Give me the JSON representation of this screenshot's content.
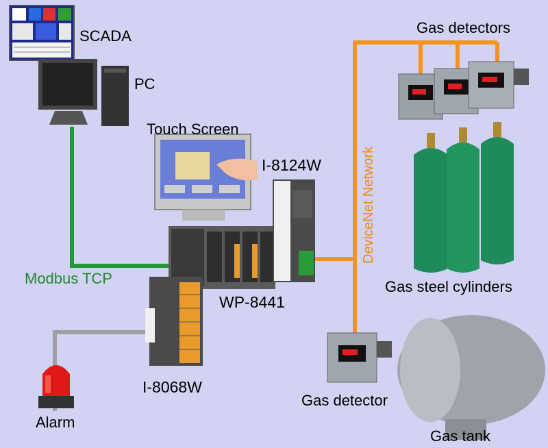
{
  "labels": {
    "scada": "SCADA",
    "pc": "PC",
    "touch_screen": "Touch Screen",
    "i8124w": "I-8124W",
    "modbus_tcp": "Modbus TCP",
    "wp8441": "WP-8441",
    "i8068w": "I-8068W",
    "alarm": "Alarm",
    "devicenet_network": "DeviceNet Network",
    "gas_detectors": "Gas detectors",
    "gas_steel_cylinders": "Gas steel cylinders",
    "gas_detector": "Gas detector",
    "gas_tank": "Gas tank"
  },
  "colors": {
    "background": "#d2d2f2",
    "modbus_line": "#1f9a3a",
    "devicenet_line": "#f5931e",
    "alarm_line": "#a0a0a0",
    "cylinder": "#1f8a5a"
  }
}
